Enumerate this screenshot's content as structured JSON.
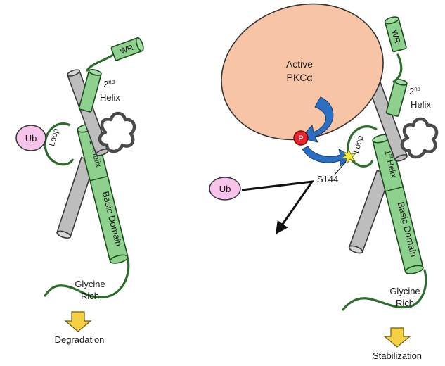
{
  "left_panel": {
    "wr_label": "WR",
    "second_helix_sup": "2",
    "second_helix_sup_suffix": "nd",
    "second_helix_word": "Helix",
    "first_helix_sup": "1",
    "first_helix_sup_suffix": "st",
    "first_helix_word": "Helix",
    "basic_domain_label": "Basic Domain",
    "loop_label": "Loop",
    "ub_label": "Ub",
    "glycine_line1": "Glycine",
    "glycine_line2": "Rich",
    "outcome_label": "Degradation"
  },
  "right_panel": {
    "pkc_line1": "Active",
    "pkc_line2": "PKCα",
    "phospho_label": "P",
    "site_label": "S144",
    "wr_label": "WR",
    "second_helix_sup": "2",
    "second_helix_sup_suffix": "nd",
    "second_helix_word": "Helix",
    "first_helix_sup": "1",
    "first_helix_sup_suffix": "st",
    "first_helix_word": "Helix",
    "basic_domain_label": "Basic Domain",
    "loop_label": "Loop",
    "ub_label": "Ub",
    "glycine_line1": "Glycine",
    "glycine_line2": "Rich",
    "outcome_label": "Stabilization"
  },
  "colors": {
    "helix_green": "#8ed18e",
    "helix_outline": "#1c4d1c",
    "partner_grey": "#bdbdbd",
    "pkc_body": "#f7c4a6",
    "ubiquitin": "#f6c3ea",
    "phospho": "#e8222b",
    "kinase_arrow": "#2a6fc4",
    "outcome_arrow": "#f6d043"
  }
}
